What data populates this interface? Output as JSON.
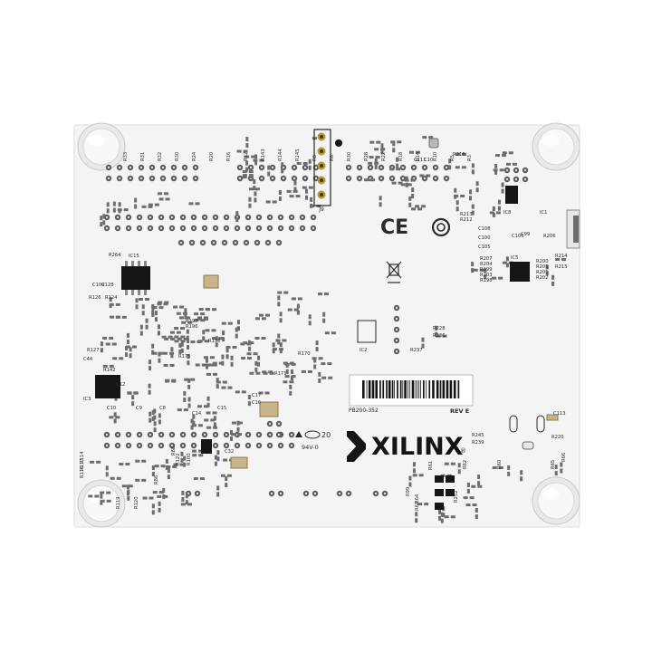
{
  "board": {
    "color": "#f4f4f4",
    "silkscreen_color": "#2a2a2a",
    "pad_color": "#6d6d6d",
    "chip_color": "#151515",
    "header_pin_color": "#b8962e"
  },
  "markings": {
    "header_label": "J9",
    "part_number": "PB200-352",
    "revision": "REV E",
    "brand": "XILINX",
    "brand_suffix": "®",
    "rohs_code": "20",
    "flammability": "94V-0",
    "ce_mark": "CE"
  },
  "components": {
    "ics": [
      "IC15",
      "IC3",
      "IC2",
      "IC5",
      "IC8",
      "IC1"
    ],
    "top_row": [
      "R33",
      "R31",
      "R32",
      "R30",
      "R24",
      "R20",
      "R16",
      "R12",
      "R143",
      "R144",
      "R145",
      "R8",
      "R6",
      "R30",
      "R28",
      "R22",
      "R18",
      "R14",
      "R10",
      "R5",
      "R3"
    ],
    "right_side": [
      "R213",
      "R212",
      "R207",
      "R204",
      "R199",
      "R203",
      "R198",
      "R200",
      "R201",
      "R205",
      "R202",
      "R214",
      "R215",
      "R206",
      "R216",
      "R228",
      "R236",
      "R237",
      "R245",
      "R239",
      "R220"
    ],
    "caps": [
      "C108",
      "C100",
      "C105",
      "C99",
      "C106",
      "C113",
      "C111",
      "C10",
      "C16",
      "C17",
      "C15",
      "C14",
      "C9",
      "C8",
      "C10",
      "C44",
      "C12",
      "C32"
    ],
    "bottom_row": [
      "R114",
      "R117",
      "R116",
      "R119",
      "R120",
      "R86",
      "R88",
      "R122",
      "R100",
      "R99",
      "R62",
      "R64",
      "R61",
      "R63",
      "R60",
      "R65",
      "R66",
      "R252",
      "Q1"
    ],
    "left_side": [
      "R126",
      "R124",
      "R127",
      "R142",
      "R264",
      "C109",
      "C128",
      "R138",
      "R196",
      "R197",
      "R170",
      "R171",
      "R175"
    ]
  },
  "barcode_label": ""
}
